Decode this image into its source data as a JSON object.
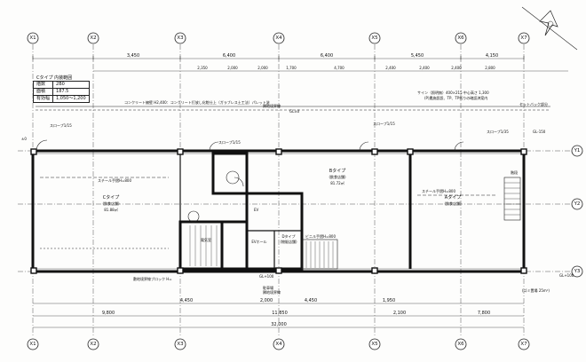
{
  "spec_table": {
    "title": "Cタイプ 内装範囲",
    "rows": [
      {
        "label": "階数",
        "value": "2B0"
      },
      {
        "label": "面積",
        "value": "187.5"
      },
      {
        "label": "有効幅",
        "value": "1,050～1,200"
      }
    ]
  },
  "axes_top": [
    "X1",
    "X2",
    "X3",
    "X4",
    "X5",
    "X6",
    "X7"
  ],
  "axes_bottom": [
    "X1",
    "X2",
    "X3",
    "X4",
    "X5",
    "X6",
    "X7"
  ],
  "axes_right": [
    "Y1",
    "Y2",
    "Y3"
  ],
  "dims_top_row1": [
    "3,450",
    "6,400",
    "6,400",
    "5,450",
    "4,150"
  ],
  "dims_top_row2": [
    "2,350",
    "2,000",
    "2,000",
    "1,700",
    "4,700",
    "2,400",
    "2,400",
    "2,400",
    "2,800"
  ],
  "dims_bottom_row1": [
    "4,450",
    "2,000",
    "4,450",
    "1,950"
  ],
  "dims_bottom_row2": [
    "9,800",
    "11,850",
    "2,100",
    "7,800"
  ],
  "dims_bottom_total": "32,000",
  "top_notes": {
    "concrete": "コンクリート擁壁 H2,400：コンクリート打放し化粧仕上（ガラブレス土工法）パレット塗",
    "boundary": "隣地境界線",
    "gl": "GL±0",
    "sign": "サイン（照明無）400×215 中心高さ 1,300",
    "sign_note": "(P)農施設設、TP、TP仮りの確認済案内",
    "setback": "セットバック部分"
  },
  "rooms": [
    {
      "name": "Cタイプ",
      "sub": "(飲食店舗)",
      "area": "81.88㎡"
    },
    {
      "name": "Bタイプ",
      "sub": "(飲食店舗)",
      "area": "81.72㎡"
    },
    {
      "name": "Aタイプ",
      "sub": "(飲食店舗)",
      "area": ""
    },
    {
      "name": "EVホール",
      "sub": "",
      "area": ""
    },
    {
      "name": "Dタイプ",
      "sub": "(物販店舗)",
      "area": ""
    }
  ],
  "labels": {
    "slope_a": "スロープ1/15",
    "slope_b": "スロープ1/15",
    "slope_c": "スロープ1/15",
    "slope_d": "スロープ1/35",
    "steel_stair": "スチール手摺H=800",
    "steel_stair2": "スチール手摺H=800",
    "handrail": "ビニル手摺H=800",
    "gl_plus": "GL+100",
    "gl_plus2": "GL+100",
    "gl_minus": "GL-150",
    "parking": "駐車場",
    "boundary_bottom": "隣地境界線",
    "area_note": "(ゴミ置場 25m²)",
    "bottom_sign": "敷地境界線ブロック H=",
    "elec": "電気室",
    "ele_door": "EV",
    "stair_lbl": "階段",
    "gl0_left": "±0"
  }
}
